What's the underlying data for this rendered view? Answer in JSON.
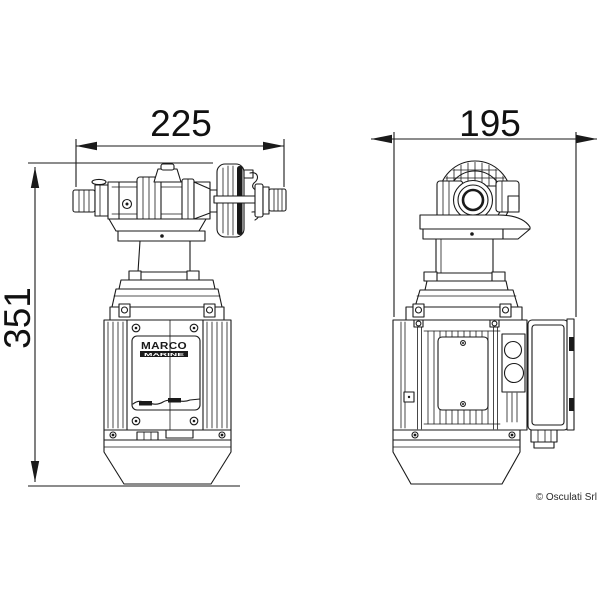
{
  "drawing": {
    "dimension_labels": {
      "front_width": "225",
      "side_width": "195",
      "overall_height": "351"
    },
    "branding": {
      "motor_logo_primary": "MARCO",
      "motor_logo_secondary": "MARINE"
    },
    "footer": {
      "copyright": "© Osculati Srl"
    },
    "colors": {
      "line": "#1a1a1a",
      "background": "#ffffff",
      "text": "#111111"
    }
  }
}
